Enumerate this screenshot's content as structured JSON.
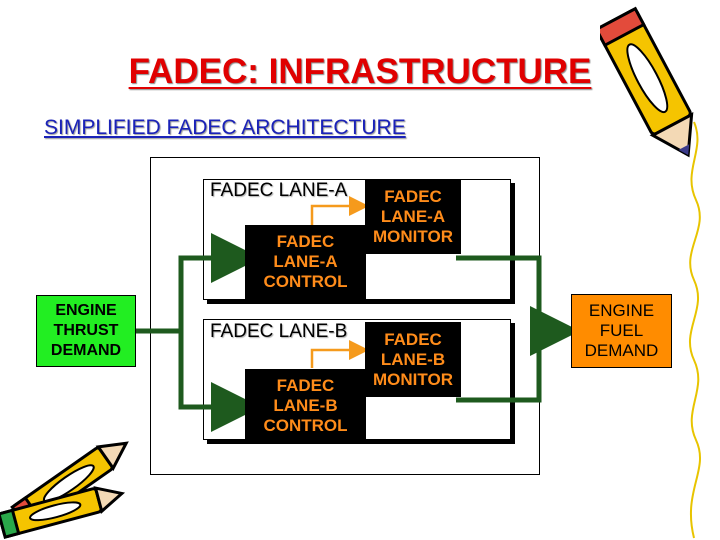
{
  "slide": {
    "title": "FADEC: INFRASTRUCTURE",
    "subtitle": "SIMPLIFIED FADEC ARCHITECTURE"
  },
  "diagram": {
    "lane_a": {
      "label": "FADEC LANE-A",
      "control": [
        "FADEC",
        "LANE-A",
        "CONTROL"
      ],
      "monitor": [
        "FADEC",
        "LANE-A",
        "MONITOR"
      ]
    },
    "lane_b": {
      "label": "FADEC LANE-B",
      "control": [
        "FADEC",
        "LANE-B",
        "CONTROL"
      ],
      "monitor": [
        "FADEC",
        "LANE-B",
        "MONITOR"
      ]
    },
    "input": [
      "ENGINE",
      "THRUST",
      "DEMAND"
    ],
    "output": [
      "ENGINE",
      "FUEL",
      "DEMAND"
    ]
  },
  "colors": {
    "title": "#e00000",
    "subtitle": "#1a22b8",
    "connector": "#1e5a1e",
    "block_text": "#ff8c1a",
    "input_box": "#22ee22",
    "output_box": "#ff8c00",
    "crosslink": "#f59a1c"
  },
  "decor": {
    "pencil_top_right": "pencil-icon",
    "pencils_bottom_left": "pencil-icon",
    "squiggle_right": "squiggle-line"
  }
}
